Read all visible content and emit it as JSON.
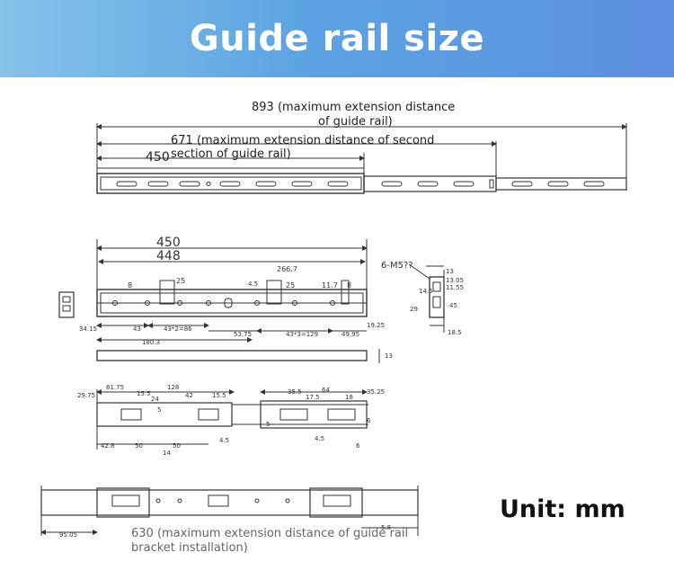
{
  "title": "Guide rail size",
  "unit_label": "Unit: mm",
  "top_view": {
    "dim_893": "893 (maximum extension distance",
    "dim_893_line2": "of guide rail)",
    "dim_671": "671 (maximum extension distance of second",
    "dim_671_line2": "section of guide rail)",
    "dim_450": "450"
  },
  "side_view": {
    "dim_450": "450",
    "dim_448": "448",
    "dim_8": "8",
    "dim_25a": "25",
    "dim_266_7": "266.7",
    "dim_4_5": "4.5",
    "dim_25b": "25",
    "dim_11_7": "11.7",
    "dim_8b": "8",
    "dim_34_15": "34.15",
    "dim_43": "43",
    "dim_43x2": "43*2=86",
    "dim_53_75": "53.75",
    "dim_43x3": "43*3=129",
    "dim_49_95": "49.95",
    "dim_19_25": "19.25",
    "dim_180_3": "180.3",
    "dim_13": "13"
  },
  "section_view": {
    "callout": "6-M5??",
    "dim_13": "13",
    "dim_13_05": "13.05",
    "dim_11_55": "11.55",
    "dim_14_5": "14.5",
    "dim_29": "29",
    "dim_45": "45",
    "dim_18_5": "18.5"
  },
  "bracket_view": {
    "dim_29_75": "29.75",
    "dim_61_75": "61.75",
    "dim_15_5a": "15.5",
    "dim_128": "128",
    "dim_24": "24",
    "dim_42": "42",
    "dim_15_5b": "15.5",
    "dim_5": "5",
    "dim_42_8": "42.8",
    "dim_50a": "50",
    "dim_50b": "50",
    "dim_14": "14",
    "dim_35_5": "35.5",
    "dim_64": "64",
    "dim_17_5": "17.5",
    "dim_18": "18",
    "dim_35_25": "35.25",
    "dim_5b": "5",
    "dim_6": "6",
    "dim_4_5": "4.5",
    "dim_r": "4.5",
    "dim_r2": "6"
  },
  "install_view": {
    "dim_95_05": "95.05",
    "dim_right": "5.8",
    "note_630": "630 (maximum extension distance of guide rail",
    "note_630_line2": "bracket installation)"
  }
}
